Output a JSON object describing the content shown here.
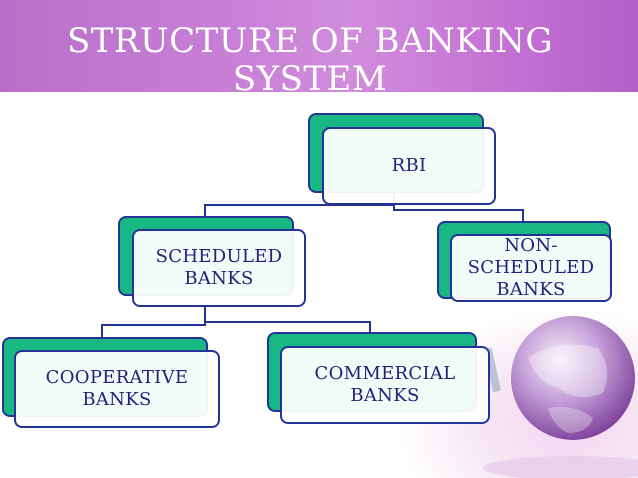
{
  "slide": {
    "title": "STRUCTURE OF BANKING\nSYSTEM"
  },
  "diagram": {
    "nodes": {
      "rbi": "RBI",
      "scheduled": "SCHEDULED\nBANKS",
      "non_scheduled": "NON-\nSCHEDULED\nBANKS",
      "cooperative": "COOPERATIVE\nBANKS",
      "commercial": "COMMERCIAL\nBANKS"
    },
    "edges": [
      {
        "from": "rbi",
        "to": "scheduled"
      },
      {
        "from": "rbi",
        "to": "non_scheduled"
      },
      {
        "from": "scheduled",
        "to": "cooperative"
      },
      {
        "from": "scheduled",
        "to": "commercial"
      }
    ],
    "colors": {
      "back_fill": "#18b784",
      "border": "#233396",
      "text": "#20227a",
      "title_band": "#c77fd6"
    }
  }
}
